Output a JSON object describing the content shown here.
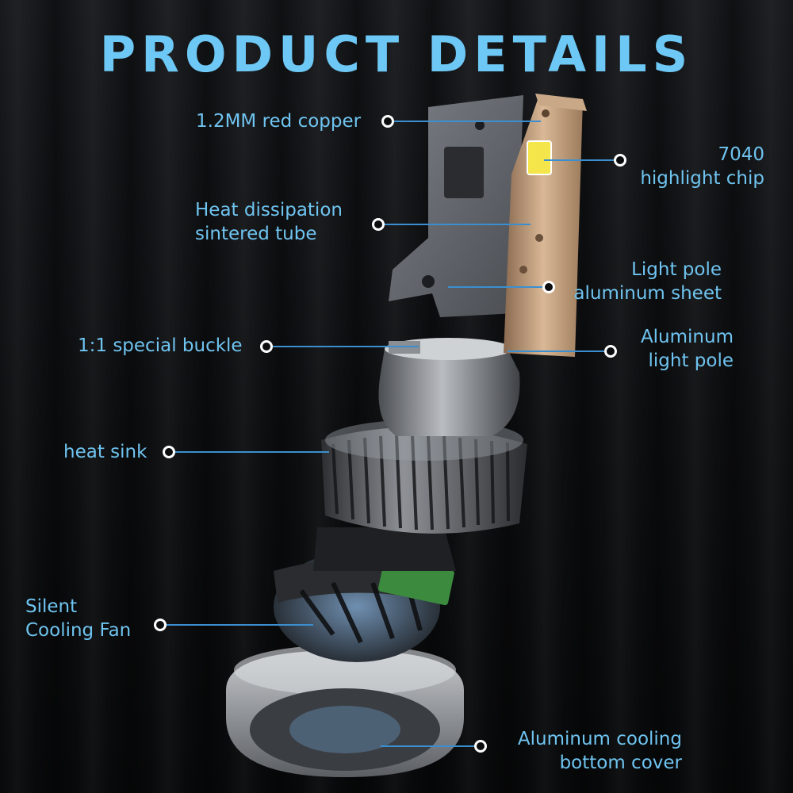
{
  "title": "PRODUCT DETAILS",
  "labels": {
    "copper": "1.2MM red copper",
    "chip_1": "7040",
    "chip_2": "highlight chip",
    "tube_1": "Heat dissipation",
    "tube_2": "sintered tube",
    "sheet_1": "Light pole",
    "sheet_2": "aluminum sheet",
    "buckle": "1:1 special buckle",
    "pole_1": "Aluminum",
    "pole_2": "light pole",
    "heatsink": "heat sink",
    "fan_1": "Silent",
    "fan_2": "Cooling Fan",
    "cover_1": "Aluminum cooling",
    "cover_2": "bottom cover"
  },
  "colors": {
    "accent": "#6ec8f5",
    "line": "#3b8fd0",
    "background": "#0b0c0e"
  }
}
